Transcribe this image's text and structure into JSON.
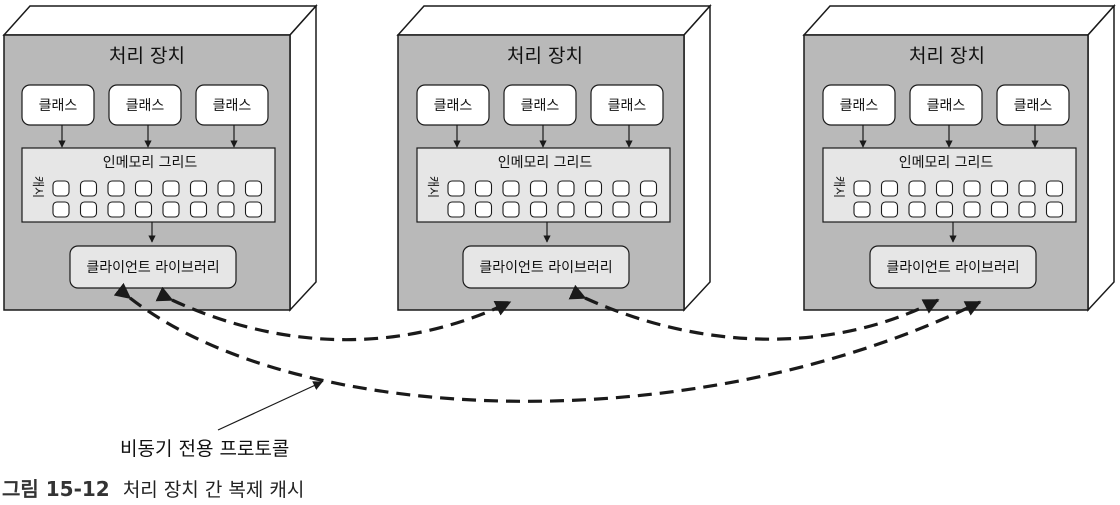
{
  "nodes": [
    {
      "title": "처리 장치",
      "classes": [
        "클래스",
        "클래스",
        "클래스"
      ],
      "grid_label": "인메모리 그리드",
      "cache_label": "캐시",
      "client_label": "클라이언트 라이브러리"
    },
    {
      "title": "처리 장치",
      "classes": [
        "클래스",
        "클래스",
        "클래스"
      ],
      "grid_label": "인메모리 그리드",
      "cache_label": "캐시",
      "client_label": "클라이언트 라이브러리"
    },
    {
      "title": "처리 장치",
      "classes": [
        "클래스",
        "클래스",
        "클래스"
      ],
      "grid_label": "인메모리 그리드",
      "cache_label": "캐시",
      "client_label": "클라이언트 라이브러리"
    }
  ],
  "annotation": "비동기 전용 프로토콜",
  "caption": {
    "number": "그림 15-12",
    "text": "처리 장치 간 복제 캐시"
  },
  "colors": {
    "unit_face": "#b9b9b9",
    "unit_side": "#ffffff",
    "grid_fill": "#e6e6e6",
    "client_fill": "#e6e6e6",
    "stroke": "#1a1a1a"
  }
}
